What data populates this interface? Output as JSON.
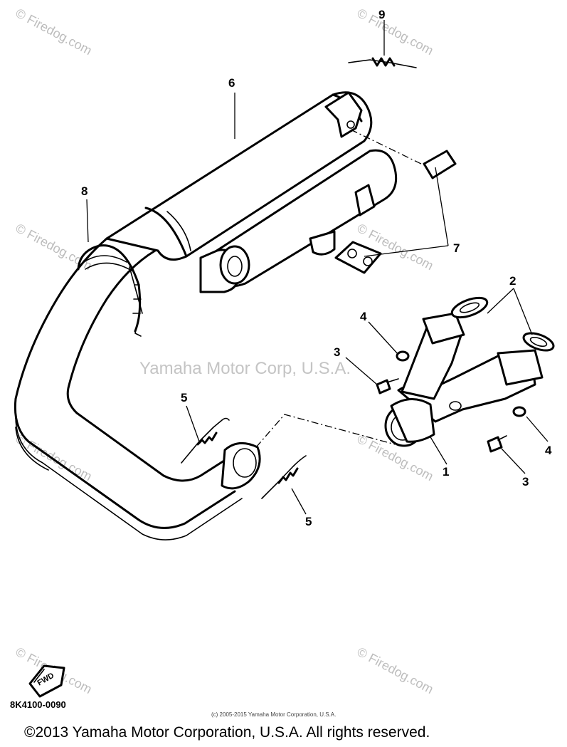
{
  "watermark": {
    "site": "© Firedog.com",
    "center": "Yamaha Motor Corp, U.S.A."
  },
  "callouts": [
    "1",
    "2",
    "3",
    "4",
    "5",
    "6",
    "7",
    "8",
    "9"
  ],
  "fwd_label": "FWD",
  "diagram_code": "8K4100-0090",
  "small_copyright": "(c) 2005-2015 Yamaha Motor Corporation, U.S.A.",
  "copyright": "©2013 Yamaha Motor Corporation, U.S.A. All rights reserved."
}
